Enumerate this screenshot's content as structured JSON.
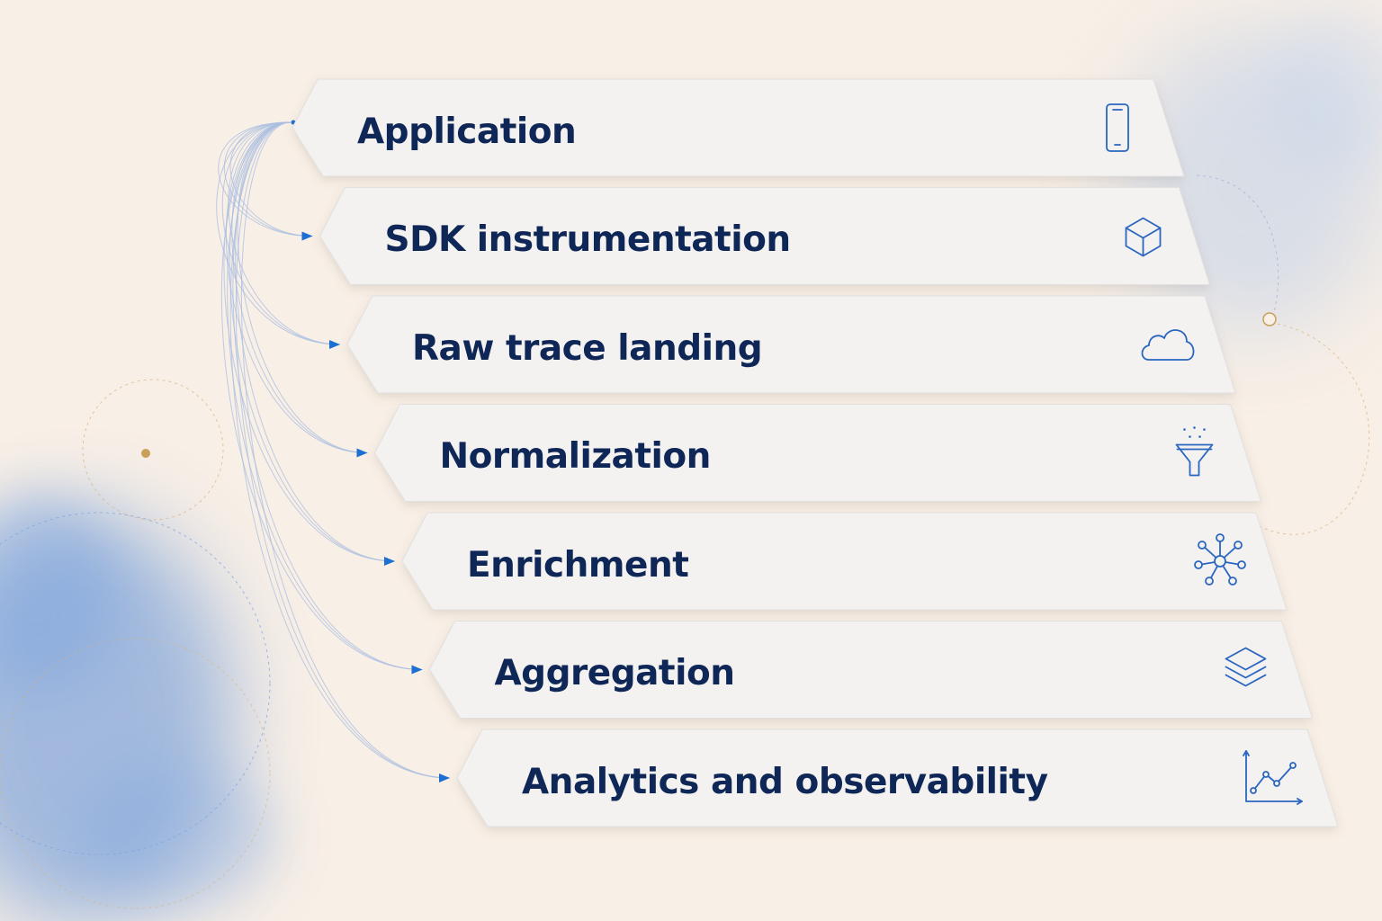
{
  "diagram": {
    "stages": [
      {
        "label": "Application",
        "icon": "smartphone-icon"
      },
      {
        "label": "SDK instrumentation",
        "icon": "cube-icon"
      },
      {
        "label": "Raw trace landing",
        "icon": "cloud-icon"
      },
      {
        "label": "Normalization",
        "icon": "funnel-icon"
      },
      {
        "label": "Enrichment",
        "icon": "network-nodes-icon"
      },
      {
        "label": "Aggregation",
        "icon": "layers-icon"
      },
      {
        "label": "Analytics and observability",
        "icon": "line-chart-icon"
      }
    ]
  },
  "colors": {
    "background": "#f8efe6",
    "card": "#f4f2f1",
    "text": "#0f2757",
    "accent": "#1d6fd1",
    "icon": "#2a66c0",
    "gold": "#c9a05a"
  }
}
